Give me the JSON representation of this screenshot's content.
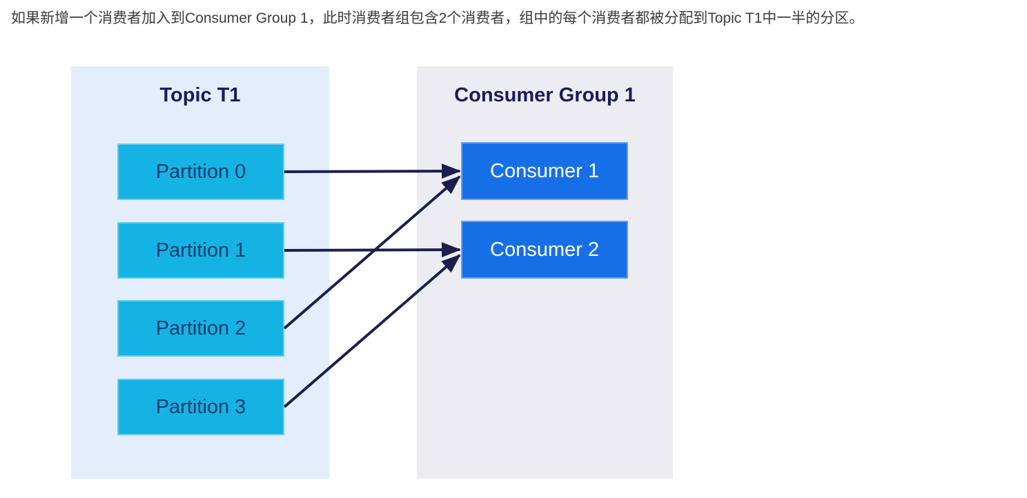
{
  "caption": "如果新增一个消费者加入到Consumer Group 1，此时消费者组包含2个消费者，组中的每个消费者都被分配到Topic T1中一半的分区。",
  "diagram": {
    "topic_panel": {
      "title": "Topic T1",
      "partitions": [
        "Partition 0",
        "Partition 1",
        "Partition 2",
        "Partition 3"
      ]
    },
    "consumer_panel": {
      "title": "Consumer Group 1",
      "consumers": [
        "Consumer 1",
        "Consumer 2"
      ]
    },
    "connections": [
      {
        "from": "partition-0",
        "to": "consumer-1"
      },
      {
        "from": "partition-1",
        "to": "consumer-2"
      },
      {
        "from": "partition-2",
        "to": "consumer-1"
      },
      {
        "from": "partition-3",
        "to": "consumer-2"
      }
    ],
    "colors": {
      "topic_panel_bg": "#e3edfb",
      "consumer_panel_bg": "#edecf2",
      "partition_box": "#14b3e4",
      "consumer_box": "#176fe8",
      "partition_text": "#133c6d",
      "consumer_text": "#ffffff",
      "title_text": "#1b1b5e",
      "arrow": "#1a1f4e",
      "caption_text": "#3b3b3b"
    }
  }
}
